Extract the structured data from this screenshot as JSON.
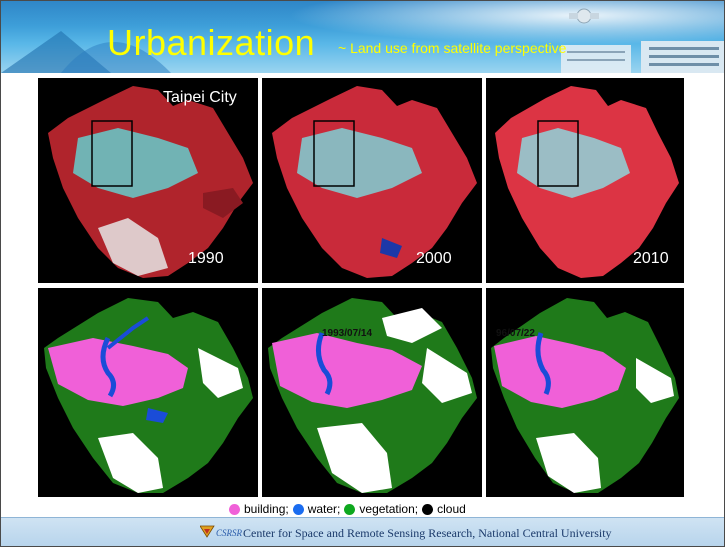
{
  "header": {
    "title": "Urbanization",
    "subtitle": "~ Land use from satellite perspective"
  },
  "top_row": [
    {
      "year": "1990",
      "title": "Taipei City"
    },
    {
      "year": "2000"
    },
    {
      "year": "2010"
    }
  ],
  "bottom_row": [
    {
      "date": ""
    },
    {
      "date": "1993/07/14"
    },
    {
      "date": "96/07/22"
    }
  ],
  "legend": {
    "items": [
      {
        "label": "building;",
        "color": "#f060d8"
      },
      {
        "label": "water;",
        "color": "#1a6cf0"
      },
      {
        "label": "vegetation;",
        "color": "#0ea81e"
      },
      {
        "label": "cloud",
        "color": "#000000"
      }
    ]
  },
  "footer": {
    "logo_text": "CSRSR",
    "text": "Center for Space and Remote Sensing Research, National Central University"
  }
}
